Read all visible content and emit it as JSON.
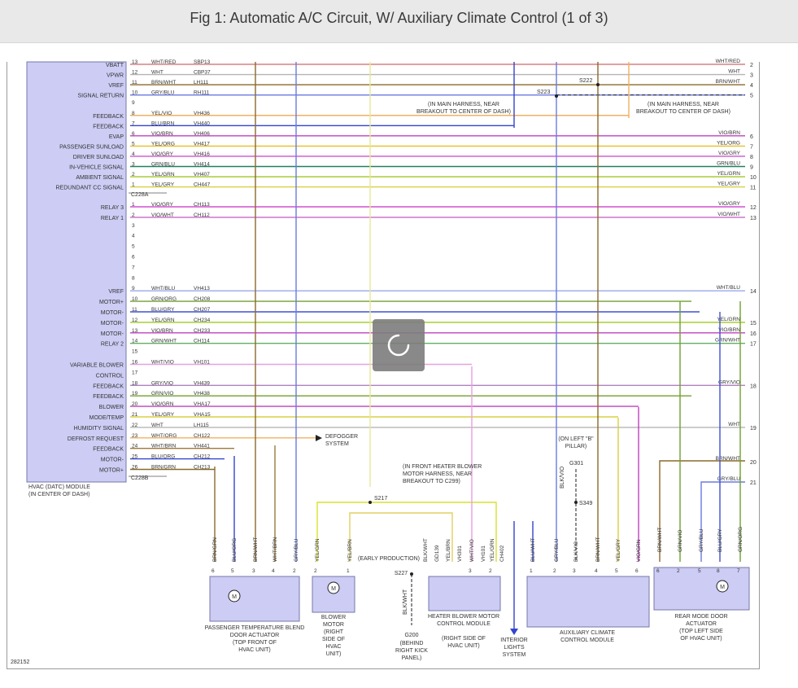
{
  "title": "Fig 1: Automatic A/C Circuit, W/ Auxiliary Climate Control (1 of 3)",
  "figure_id": "282152",
  "module": {
    "name": "HVAC (DATC) MODULE",
    "location": "(IN CENTER OF DASH)",
    "connector_a": "C228A",
    "connector_b": "C228B"
  },
  "pins_a": [
    {
      "pin": "13",
      "label": "VBATT",
      "color": "WHT/RED",
      "circuit": "SBP13",
      "right_color": "WHT/RED",
      "right_num": "2",
      "stroke": "#d98080"
    },
    {
      "pin": "12",
      "label": "VPWR",
      "color": "WHT",
      "circuit": "CBP37",
      "right_color": "WHT",
      "right_num": "3",
      "stroke": "#b5b5b5"
    },
    {
      "pin": "11",
      "label": "VREF",
      "color": "BRN/WHT",
      "circuit": "LH111",
      "right_color": "BRN/WHT",
      "right_num": "4",
      "stroke": "#8a6a2a"
    },
    {
      "pin": "10",
      "label": "SIGNAL RETURN",
      "color": "GRY/BLU",
      "circuit": "RH111",
      "right_color": "",
      "right_num": "5",
      "stroke": "#6a7ae0"
    },
    {
      "pin": "9",
      "label": "",
      "color": "",
      "circuit": "",
      "right_color": "",
      "right_num": "",
      "stroke": ""
    },
    {
      "pin": "8",
      "label": "FEEDBACK",
      "color": "YEL/VIO",
      "circuit": "VH436",
      "right_color": "",
      "right_num": "",
      "stroke": "#f0b060"
    },
    {
      "pin": "7",
      "label": "FEEDBACK",
      "color": "BLU/BRN",
      "circuit": "VH440",
      "right_color": "",
      "right_num": "",
      "stroke": "#3344cc"
    },
    {
      "pin": "6",
      "label": "EVAP",
      "color": "VIO/BRN",
      "circuit": "VH406",
      "right_color": "VIO/BRN",
      "right_num": "6",
      "stroke": "#c040c0"
    },
    {
      "pin": "5",
      "label": "PASSENGER SUNLOAD",
      "color": "YEL/ORG",
      "circuit": "VH417",
      "right_color": "YEL/ORG",
      "right_num": "7",
      "stroke": "#e8c020"
    },
    {
      "pin": "4",
      "label": "DRIVER SUNLOAD",
      "color": "VIO/GRY",
      "circuit": "VH416",
      "right_color": "VIO/GRY",
      "right_num": "8",
      "stroke": "#d050d0"
    },
    {
      "pin": "3",
      "label": "IN-VEHICLE SIGNAL",
      "color": "GRN/BLU",
      "circuit": "VH414",
      "right_color": "GRN/BLU",
      "right_num": "9",
      "stroke": "#208060"
    },
    {
      "pin": "2",
      "label": "AMBIENT SIGNAL",
      "color": "YEL/GRN",
      "circuit": "VH407",
      "right_color": "YEL/GRN",
      "right_num": "10",
      "stroke": "#a0c820"
    },
    {
      "pin": "1",
      "label": "REDUNDANT CC SIGNAL",
      "color": "YEL/GRY",
      "circuit": "CH447",
      "right_color": "YEL/GRY",
      "right_num": "11",
      "stroke": "#d8d040"
    }
  ],
  "pins_b": [
    {
      "pin": "1",
      "label": "RELAY 3",
      "color": "VIO/GRY",
      "circuit": "CH113",
      "right_color": "VIO/GRY",
      "right_num": "12",
      "stroke": "#d050d0",
      "dest": "right"
    },
    {
      "pin": "2",
      "label": "RELAY 1",
      "color": "VIO/WHT",
      "circuit": "CH112",
      "right_color": "VIO/WHT",
      "right_num": "13",
      "stroke": "#c868c8",
      "dest": "right"
    },
    {
      "pin": "3",
      "label": "",
      "color": "",
      "circuit": "",
      "right_color": "",
      "right_num": "",
      "stroke": "",
      "dest": ""
    },
    {
      "pin": "4",
      "label": "",
      "color": "",
      "circuit": "",
      "right_color": "",
      "right_num": "",
      "stroke": "",
      "dest": ""
    },
    {
      "pin": "5",
      "label": "",
      "color": "",
      "circuit": "",
      "right_color": "",
      "right_num": "",
      "stroke": "",
      "dest": ""
    },
    {
      "pin": "6",
      "label": "",
      "color": "",
      "circuit": "",
      "right_color": "",
      "right_num": "",
      "stroke": "",
      "dest": ""
    },
    {
      "pin": "7",
      "label": "",
      "color": "",
      "circuit": "",
      "right_color": "",
      "right_num": "",
      "stroke": "",
      "dest": ""
    },
    {
      "pin": "8",
      "label": "",
      "color": "",
      "circuit": "",
      "right_color": "",
      "right_num": "",
      "stroke": "",
      "dest": ""
    },
    {
      "pin": "9",
      "label": "VREF",
      "color": "WHT/BLU",
      "circuit": "VH413",
      "right_color": "WHT/BLU",
      "right_num": "14",
      "stroke": "#9aa8e8",
      "dest": "right"
    },
    {
      "pin": "10",
      "label": "MOTOR+",
      "color": "GRN/ORG",
      "circuit": "CH208",
      "right_color": "",
      "right_num": "",
      "stroke": "#70a030",
      "dest": "rear"
    },
    {
      "pin": "11",
      "label": "MOTOR-",
      "color": "BLU/GRY",
      "circuit": "CH207",
      "right_color": "",
      "right_num": "",
      "stroke": "#4050d0",
      "dest": "rear"
    },
    {
      "pin": "12",
      "label": "MOTOR-",
      "color": "YEL/GRN",
      "circuit": "CH234",
      "right_color": "YEL/GRN",
      "right_num": "15",
      "stroke": "#a0c820",
      "dest": "right"
    },
    {
      "pin": "13",
      "label": "MOTOR-",
      "color": "VIO/BRN",
      "circuit": "CH233",
      "right_color": "VIO/BRN",
      "right_num": "16",
      "stroke": "#c040c0",
      "dest": "right"
    },
    {
      "pin": "14",
      "label": "RELAY 2",
      "color": "GRN/WHT",
      "circuit": "CH114",
      "right_color": "GRN/WHT",
      "right_num": "17",
      "stroke": "#60b060",
      "dest": "right"
    },
    {
      "pin": "15",
      "label": "",
      "color": "",
      "circuit": "",
      "right_color": "",
      "right_num": "",
      "stroke": "",
      "dest": ""
    },
    {
      "pin": "16",
      "label": "VARIABLE BLOWER",
      "color": "WHT/VIO",
      "circuit": "VH101",
      "right_color": "",
      "right_num": "",
      "stroke": "#e8a0e0",
      "dest": "hbm"
    },
    {
      "pin": "17",
      "label": "CONTROL",
      "color": "",
      "circuit": "",
      "right_color": "",
      "right_num": "",
      "stroke": "",
      "dest": ""
    },
    {
      "pin": "18",
      "label": "FEEDBACK",
      "color": "GRY/VIO",
      "circuit": "VH439",
      "right_color": "GRY/VIO",
      "right_num": "18",
      "stroke": "#b080c0",
      "dest": "right"
    },
    {
      "pin": "19",
      "label": "FEEDBACK",
      "color": "GRN/VIO",
      "circuit": "VH438",
      "right_color": "",
      "right_num": "",
      "stroke": "#70a030",
      "dest": "rear"
    },
    {
      "pin": "20",
      "label": "BLOWER",
      "color": "VIO/GRN",
      "circuit": "VHA17",
      "right_color": "",
      "right_num": "",
      "stroke": "#c040c0",
      "dest": "aux"
    },
    {
      "pin": "21",
      "label": "MODE/TEMP",
      "color": "YEL/GRY",
      "circuit": "VHA15",
      "right_color": "",
      "right_num": "",
      "stroke": "#d8d040",
      "dest": "aux"
    },
    {
      "pin": "22",
      "label": "HUMIDITY SIGNAL",
      "color": "WHT",
      "circuit": "LH115",
      "right_color": "WHT",
      "right_num": "19",
      "stroke": "#b5b5b5",
      "dest": "right"
    },
    {
      "pin": "23",
      "label": "DEFROST REQUEST",
      "color": "WHT/ORG",
      "circuit": "CH122",
      "right_color": "",
      "right_num": "",
      "stroke": "#f0b060",
      "dest": "defog"
    },
    {
      "pin": "24",
      "label": "FEEDBACK",
      "color": "WHT/BRN",
      "circuit": "VH441",
      "right_color": "",
      "right_num": "",
      "stroke": "#9a7a3a",
      "dest": "ptbd"
    },
    {
      "pin": "25",
      "label": "MOTOR-",
      "color": "BLU/ORG",
      "circuit": "CH212",
      "right_color": "",
      "right_num": "",
      "stroke": "#3344cc",
      "dest": "ptbd"
    },
    {
      "pin": "26",
      "label": "MOTOR+",
      "color": "BRN/GRN",
      "circuit": "CH213",
      "right_color": "",
      "right_num": "",
      "stroke": "#8a6a2a",
      "dest": "ptbd"
    }
  ],
  "extra_right": [
    {
      "color": "BRN/WHT",
      "num": "20",
      "stroke": "#8a6a2a"
    },
    {
      "color": "GRY/BLU",
      "num": "21",
      "stroke": "#6a7ae0"
    }
  ],
  "splices": {
    "s223": "S223",
    "s222": "S222",
    "s223_note": "(IN MAIN HARNESS, NEAR BREAKOUT TO CENTER OF DASH)",
    "s222_note": "(IN MAIN HARNESS, NEAR BREAKOUT TO CENTER OF DASH)",
    "s217_note": "(IN FRONT HEATER BLOWER MOTOR HARNESS, NEAR BREAKOUT TO C299)",
    "s217": "S217",
    "s227_note": "(EARLY PRODUCTION)",
    "s227": "S227",
    "s349": "S349",
    "g301_note": "(ON LEFT \"B\" PILLAR)",
    "g301": "G301",
    "g200": "G200",
    "g200_note": "(BEHIND RIGHT KICK PANEL)"
  },
  "defogger": "DEFOGGER SYSTEM",
  "components": {
    "ptbd": {
      "name": "PASSENGER TEMPERATURE BLEND DOOR ACTUATOR",
      "loc": "(TOP FRONT OF HVAC UNIT)",
      "wires": [
        {
          "pin": "6",
          "color": "BRN/GRN"
        },
        {
          "pin": "5",
          "color": "BLU/ORG"
        },
        {
          "pin": "3",
          "color": "BRN/WHT"
        },
        {
          "pin": "4",
          "color": "WHT/BRN"
        },
        {
          "pin": "2",
          "color": "GRY/BLU"
        }
      ]
    },
    "blower": {
      "name": "BLOWER MOTOR",
      "loc": "(RIGHT SIDE OF HVAC UNIT)",
      "wires": [
        {
          "pin": "2",
          "color": "YEL/GRN"
        },
        {
          "pin": "1",
          "color": "YEL/BRN"
        }
      ]
    },
    "hbm": {
      "name": "HEATER BLOWER MOTOR CONTROL MODULE",
      "loc": "(RIGHT SIDE OF HVAC UNIT)",
      "wires": [
        {
          "pin": "",
          "color": "BLK/WHT"
        },
        {
          "pin": "",
          "color": "GD139"
        },
        {
          "pin": "",
          "color": "YEL/BRN"
        },
        {
          "pin": "",
          "color": "VH301"
        },
        {
          "pin": "3",
          "color": "WHT/VIO"
        },
        {
          "pin": "",
          "color": "VH101"
        },
        {
          "pin": "2",
          "color": "YEL/GRN"
        },
        {
          "pin": "",
          "color": "CH402"
        }
      ]
    },
    "interior": {
      "name": "INTERIOR LIGHTS SYSTEM"
    },
    "aux": {
      "name": "AUXILIARY CLIMATE CONTROL MODULE",
      "wires": [
        {
          "pin": "1",
          "color": "BLU/WHT"
        },
        {
          "pin": "2",
          "color": "GRY/BLU"
        },
        {
          "pin": "3",
          "color": "BLK/VIO"
        },
        {
          "pin": "4",
          "color": "BRN/WHT"
        },
        {
          "pin": "5",
          "color": "YEL/GRY"
        },
        {
          "pin": "6",
          "color": "VIO/GRN"
        }
      ]
    },
    "rear": {
      "name": "REAR MODE DOOR ACTUATOR",
      "loc": "(TOP LEFT SIDE OF HVAC UNIT)",
      "wires": [
        {
          "pin": "6",
          "color": "BRN/WHT"
        },
        {
          "pin": "2",
          "color": "GRN/VIO"
        },
        {
          "pin": "5",
          "color": "GRY/BLU"
        },
        {
          "pin": "8",
          "color": "BLU/GRY"
        },
        {
          "pin": "7",
          "color": "GRN/ORG"
        }
      ]
    }
  },
  "blk_vio": "BLK/VIO",
  "blk_wht": "BLK/WHT"
}
